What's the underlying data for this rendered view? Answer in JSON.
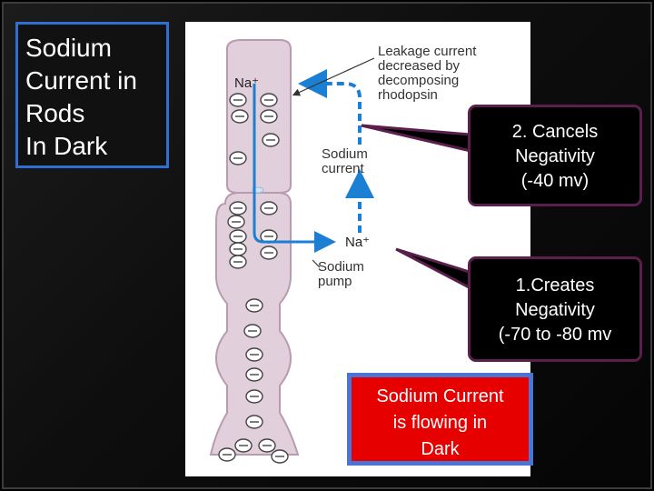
{
  "slide": {
    "title": "Sodium\nCurrent in\nRods\nIn Dark"
  },
  "diagram": {
    "label_na_top": "Na⁺",
    "label_na_bottom": "Na⁺",
    "label_leakage": "Leakage current\ndecreased by\ndecomposing\nrhodopsin",
    "label_sodium_current": "Sodium\ncurrent",
    "label_sodium_pump": "Sodium\npump",
    "ion_symbol": "−"
  },
  "callouts": {
    "cancels": "2. Cancels\nNegativity\n(-40 mv)",
    "creates": "1.Creates\nNegativity\n(-70 to -80 mv"
  },
  "note": {
    "text": "Sodium Current\nis flowing in\nDark"
  },
  "colors": {
    "cell_fill": "#e2cfdc",
    "cell_stroke": "#b89bb0",
    "arrow_blue": "#1b7fd4",
    "callout_border": "#5a1f4c",
    "note_red": "#e60000",
    "title_border": "#2e6fd0"
  }
}
